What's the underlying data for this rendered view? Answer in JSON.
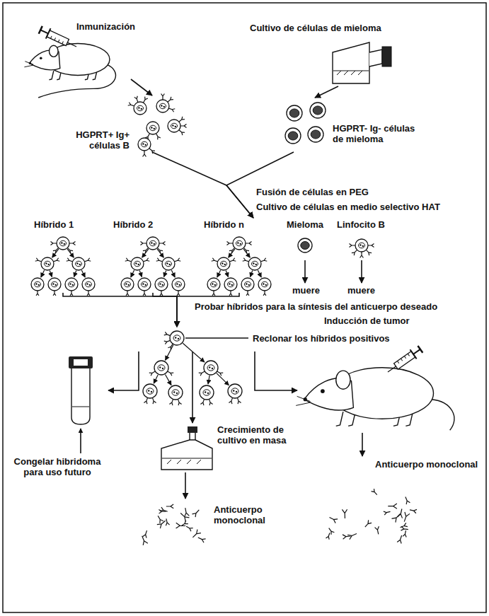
{
  "diagram": {
    "nodes": [
      {
        "text": [
          "Inmunización"
        ]
      },
      {
        "text": [
          "Cultivo de células de mieloma"
        ]
      },
      {
        "text": [
          "HGPRT+ Ig+ células B"
        ]
      },
      {
        "text": [
          "HGPRT- Ig- células de mieloma"
        ]
      },
      {
        "text": [
          "Híbrido 1"
        ]
      },
      {
        "text": [
          "Híbrido 2"
        ]
      },
      {
        "text": [
          "Híbrido n"
        ]
      },
      {
        "text": [
          "Mieloma"
        ]
      },
      {
        "text": [
          "Linfocito B"
        ]
      },
      {
        "text": [
          "muere"
        ]
      },
      {
        "text": [
          "muere"
        ]
      },
      {
        "text": [
          "Reclonar los híbridos positivos"
        ]
      },
      {
        "text": [
          "Congelar hibridoma para uso futuro"
        ]
      },
      {
        "text": [
          "Crecimiento de cultivo en masa"
        ]
      },
      {
        "text": [
          "Inducción de tumor"
        ]
      },
      {
        "text": [
          "Anticuerpo monoclonal"
        ]
      },
      {
        "text": [
          "Anticuerpo monoclonal"
        ]
      }
    ],
    "edges": [
      {
        "from": 0,
        "to": 2,
        "arrow": "to"
      },
      {
        "from": 1,
        "to": 3,
        "arrow": "to"
      },
      {
        "from": 2,
        "to": 6,
        "arrow": "to"
      },
      {
        "from": 3,
        "to": 6,
        "arrow": "to"
      },
      {
        "from": 7,
        "to": 9,
        "arrow": "to"
      },
      {
        "from": 8,
        "to": 10,
        "arrow": "to"
      },
      {
        "from": 4,
        "to": 11,
        "arrow": "to"
      },
      {
        "from": 5,
        "to": 11,
        "arrow": "to"
      },
      {
        "from": 6,
        "to": 11,
        "arrow": "to"
      },
      {
        "from": 11,
        "to": 12,
        "arrow": "to"
      },
      {
        "from": 11,
        "to": 13,
        "arrow": "to"
      },
      {
        "from": 11,
        "to": 14,
        "arrow": "to"
      },
      {
        "from": 13,
        "to": 15,
        "arrow": "to"
      },
      {
        "from": 14,
        "to": 16,
        "arrow": "to"
      }
    ],
    "labels": [
      "Fusión de células en PEG",
      "Cultivo de células en medio selectivo HAT",
      "Probar híbridos para la síntesis del anticuerpo deseado"
    ]
  }
}
